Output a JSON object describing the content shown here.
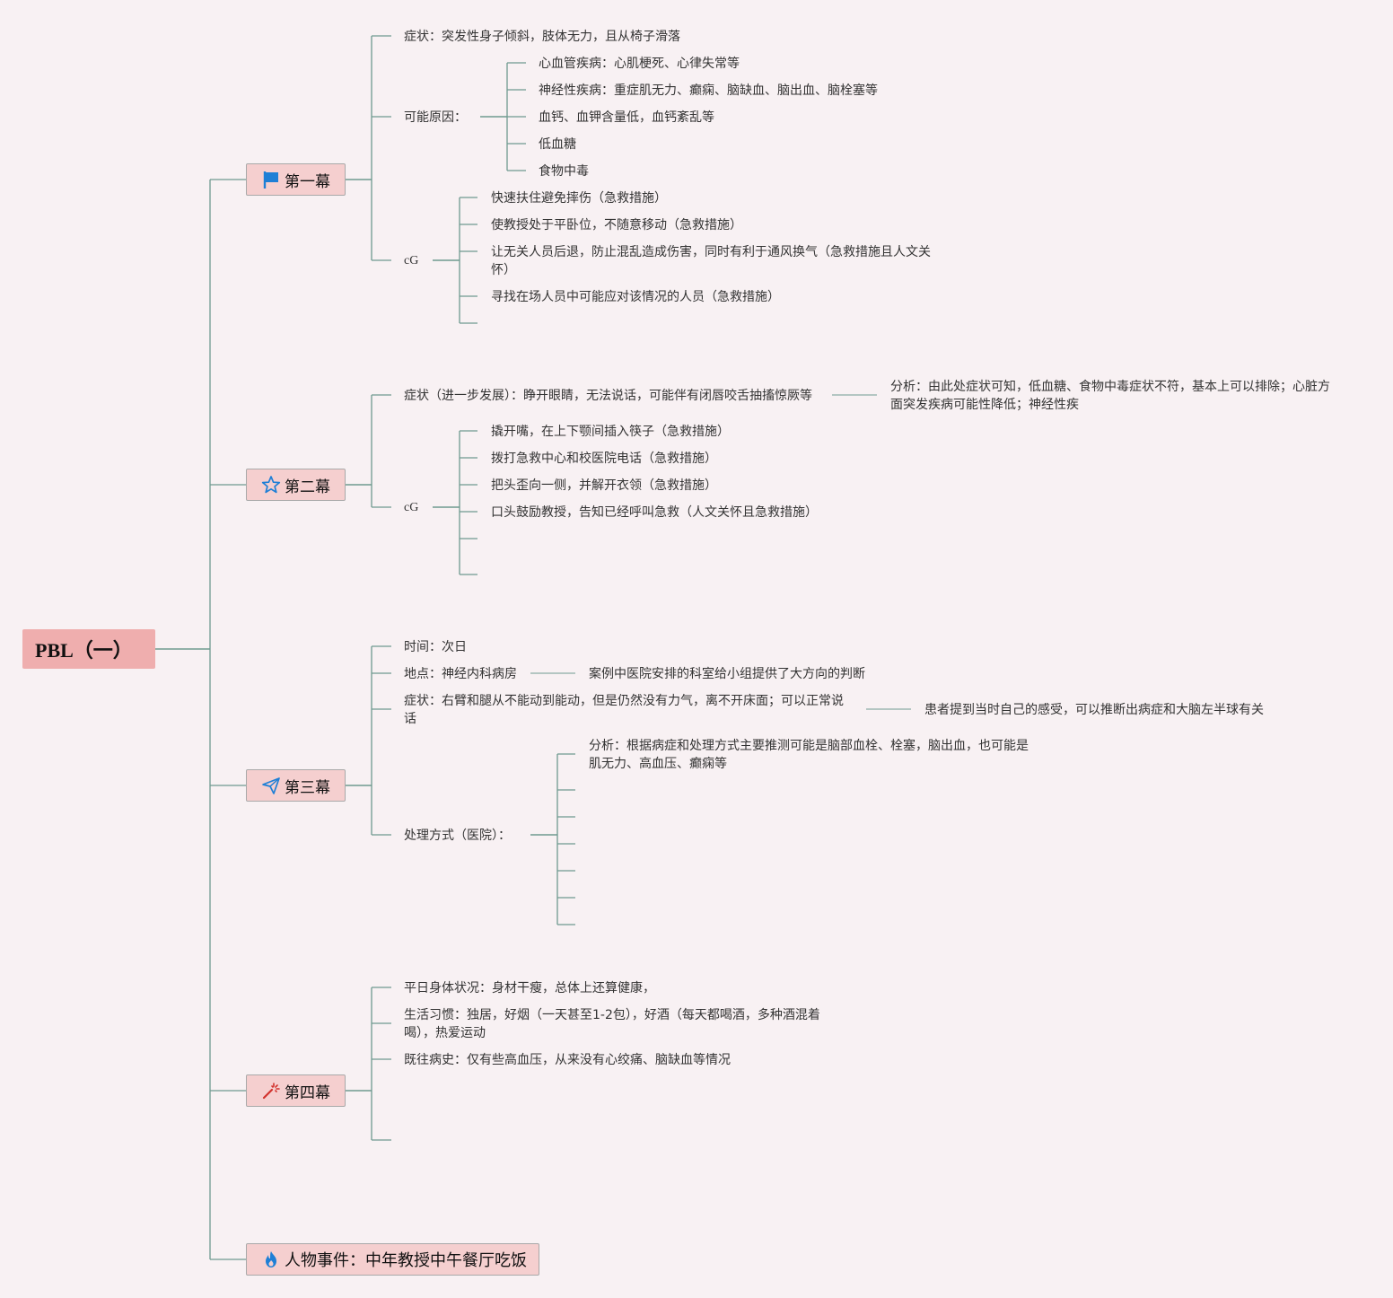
{
  "root": {
    "label": "PBL（一）"
  },
  "acts": [
    {
      "label": "第一幕",
      "icon": "flag-icon"
    },
    {
      "label": "第二幕",
      "icon": "star-icon"
    },
    {
      "label": "第三幕",
      "icon": "paper-plane-icon"
    },
    {
      "label": "第四幕",
      "icon": "magic-wand-icon"
    },
    {
      "label": "人物事件：中年教授中午餐厅吃饭",
      "icon": "flame-icon"
    }
  ],
  "act1": {
    "symptom": "症状：突发性身子倾斜，肢体无力，且从椅子滑落",
    "causes_label": "可能原因：",
    "causes": [
      "心血管疾病：心肌梗死、心律失常等",
      "神经性疾病：重症肌无力、癫痫、脑缺血、脑出血、脑栓塞等",
      "血钙、血钾含量低，血钙紊乱等",
      "低血糖",
      "食物中毒"
    ],
    "cg_label": "cG",
    "cg": [
      "快速扶住避免摔伤（急救措施）",
      "使教授处于平卧位，不随意移动（急救措施）",
      "让无关人员后退，防止混乱造成伤害，同时有利于通风换气（急救措施且人文关怀）",
      "寻找在场人员中可能应对该情况的人员（急救措施）"
    ]
  },
  "act2": {
    "symptom": "症状（进一步发展）：睁开眼睛，无法说话，可能伴有闭唇咬舌抽搐惊厥等",
    "analysis": "分析：由此处症状可知，低血糖、食物中毒症状不符，基本上可以排除；心脏方面突发疾病可能性降低；神经性疾",
    "cg_label": "cG",
    "cg": [
      "撬开嘴，在上下颚间插入筷子（急救措施）",
      "拨打急救中心和校医院电话（急救措施）",
      "把头歪向一侧，并解开衣领（急救措施）",
      "口头鼓励教授，告知已经呼叫急救（人文关怀且急救措施）"
    ]
  },
  "act3": {
    "time": "时间：次日",
    "place": "地点：神经内科病房",
    "place_note": "案例中医院安排的科室给小组提供了大方向的判断",
    "symptom": "症状：右臂和腿从不能动到能动，但是仍然没有力气，离不开床面；可以正常说话",
    "symptom_note": "患者提到当时自己的感受，可以推断出病症和大脑左半球有关",
    "treatment_label": "处理方式（医院）：",
    "analysis": "分析：根据病症和处理方式主要推测可能是脑部血栓、栓塞，脑出血，也可能是肌无力、高血压、癫痫等"
  },
  "act4": {
    "health": "平日身体状况：身材干瘦，总体上还算健康，",
    "habits": "生活习惯：独居，好烟（一天甚至1-2包），好酒（每天都喝酒，多种酒混着喝），热爱运动",
    "history": "既往病史：仅有些高血压，从来没有心绞痛、脑缺血等情况"
  },
  "colors": {
    "connector": "#6f9a90",
    "root_fill": "#efaeae",
    "act_fill": "#f5cfcf",
    "background": "#f8f1f3"
  }
}
